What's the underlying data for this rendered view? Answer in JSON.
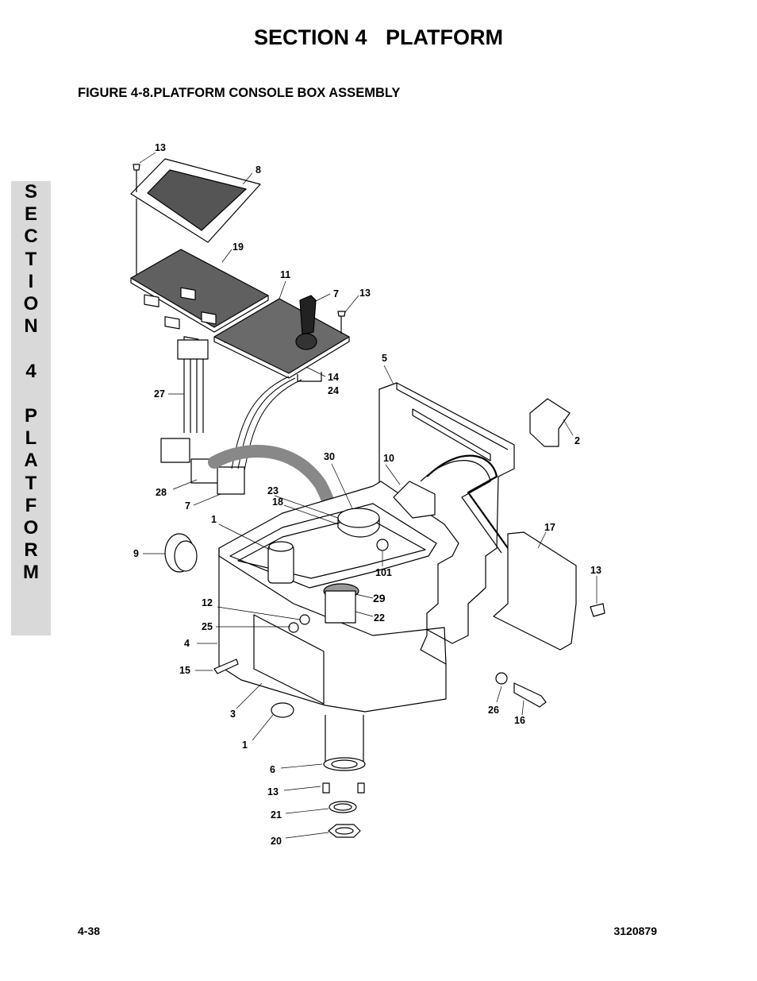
{
  "header": {
    "section_word": "SECTION 4",
    "section_name": "PLATFORM"
  },
  "figure": {
    "caption": "FIGURE 4-8.PLATFORM CONSOLE BOX ASSEMBLY"
  },
  "side_tab": {
    "letters": [
      "S",
      "E",
      "C",
      "T",
      "I",
      "O",
      "N",
      " ",
      "4",
      " ",
      "P",
      "L",
      "A",
      "T",
      "F",
      "O",
      "R",
      "M"
    ]
  },
  "callouts": [
    "13",
    "8",
    "19",
    "11",
    "7",
    "13",
    "5",
    "14",
    "24",
    "27",
    "2",
    "30",
    "10",
    "28",
    "23",
    "18",
    "17",
    "7",
    "1",
    "9",
    "13",
    "101",
    "12",
    "29",
    "22",
    "25",
    "4",
    "15",
    "3",
    "26",
    "16",
    "1",
    "6",
    "13",
    "21",
    "20"
  ],
  "footer": {
    "page_number": "4-38",
    "doc_number": "3120879"
  }
}
